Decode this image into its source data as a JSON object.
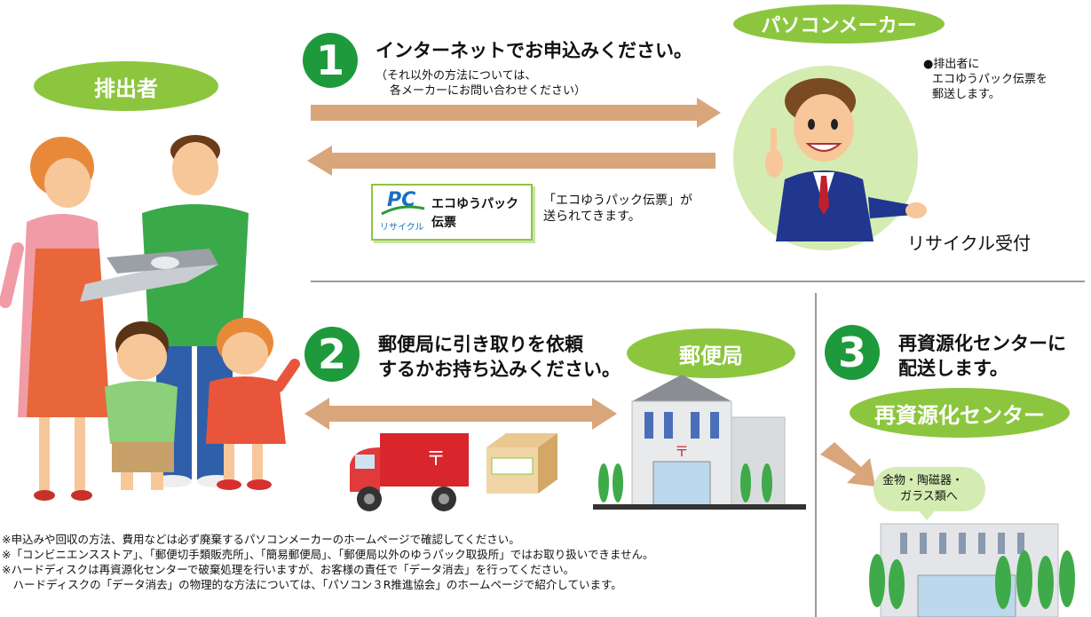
{
  "labels": {
    "sender": "排出者",
    "maker": "パソコンメーカー",
    "post_office": "郵便局",
    "center": "再資源化センター",
    "recycle_reception": "リサイクル受付"
  },
  "step1": {
    "number": "1",
    "title": "インターネットでお申込みください。",
    "sub_line1": "（それ以外の方法については、",
    "sub_line2": "各メーカーにお問い合わせください）"
  },
  "maker_note": {
    "line1": "●排出者に",
    "line2": "エコゆうパック伝票を",
    "line3": "郵送します。"
  },
  "slip": {
    "pc_mark": "PC",
    "recycle_text": "リサイクル",
    "name_line1": "エコゆうパック",
    "name_line2": "伝票",
    "caption_line1": "「エコゆうパック伝票」が",
    "caption_line2": "送られてきます。"
  },
  "step2": {
    "number": "2",
    "title_line1": "郵便局に引き取りを依頼",
    "title_line2": "するかお持ち込みください。"
  },
  "step3": {
    "number": "3",
    "title_line1": "再資源化センターに",
    "title_line2": "配送します。"
  },
  "center_bubble": {
    "line1": "金物・陶磁器・",
    "line2": "ガラス類へ"
  },
  "notes": {
    "line1": "※申込みや回収の方法、費用などは必ず廃棄するパソコンメーカーのホームページで確認してください。",
    "line2": "※「コンビニエンスストア」、「郵便切手類販売所」、「簡易郵便局」、「郵便局以外のゆうパック取扱所」ではお取り扱いできません。",
    "line3": "※ハードディスクは再資源化センターで破棄処理を行いますが、お客様の責任で「データ消去」を行ってください。",
    "line4": "　ハードディスクの「データ消去」の物理的な方法については、「パソコン３R推進協会」のホームページで紹介しています。"
  },
  "colors": {
    "green_pill": "#8cc63f",
    "step_green": "#1e9a3c",
    "arrow": "#d9a57b"
  },
  "icons": [
    "family-illustration",
    "businessman-illustration",
    "postal-truck-icon",
    "parcel-box-icon",
    "post-office-building-icon",
    "recycling-center-building-icon"
  ]
}
